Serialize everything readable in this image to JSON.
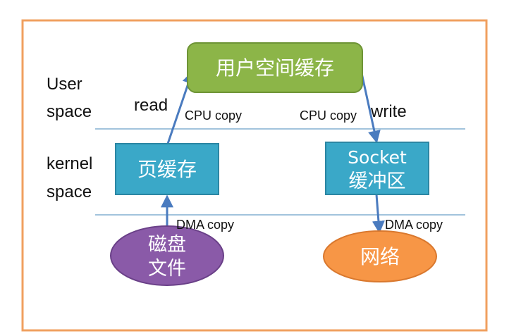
{
  "regions": {
    "user_space_line1": "User",
    "user_space_line2": "space",
    "kernel_space_line1": "kernel",
    "kernel_space_line2": "space"
  },
  "nodes": {
    "user_buffer": "用户空间缓存",
    "page_cache": "页缓存",
    "socket_buffer_line1": "Socket",
    "socket_buffer_line2": "缓冲区",
    "disk_file_line1": "磁盘",
    "disk_file_line2": "文件",
    "network": "网络"
  },
  "edges": {
    "read_label": "read",
    "write_label": "write",
    "cpu_copy_left": "CPU copy",
    "cpu_copy_right": "CPU copy",
    "dma_copy_left": "DMA copy",
    "dma_copy_right": "DMA copy"
  },
  "colors": {
    "frame": "#f0a060",
    "divider": "#6a9fc8",
    "user_buffer_fill": "#8cb548",
    "user_buffer_stroke": "#6e9436",
    "cache_fill": "#3aa8c8",
    "cache_stroke": "#2b86a3",
    "disk_fill": "#8a5aa8",
    "disk_stroke": "#6a4088",
    "network_fill": "#f79646",
    "network_stroke": "#d9782e",
    "arrow": "#4a7bbf"
  }
}
